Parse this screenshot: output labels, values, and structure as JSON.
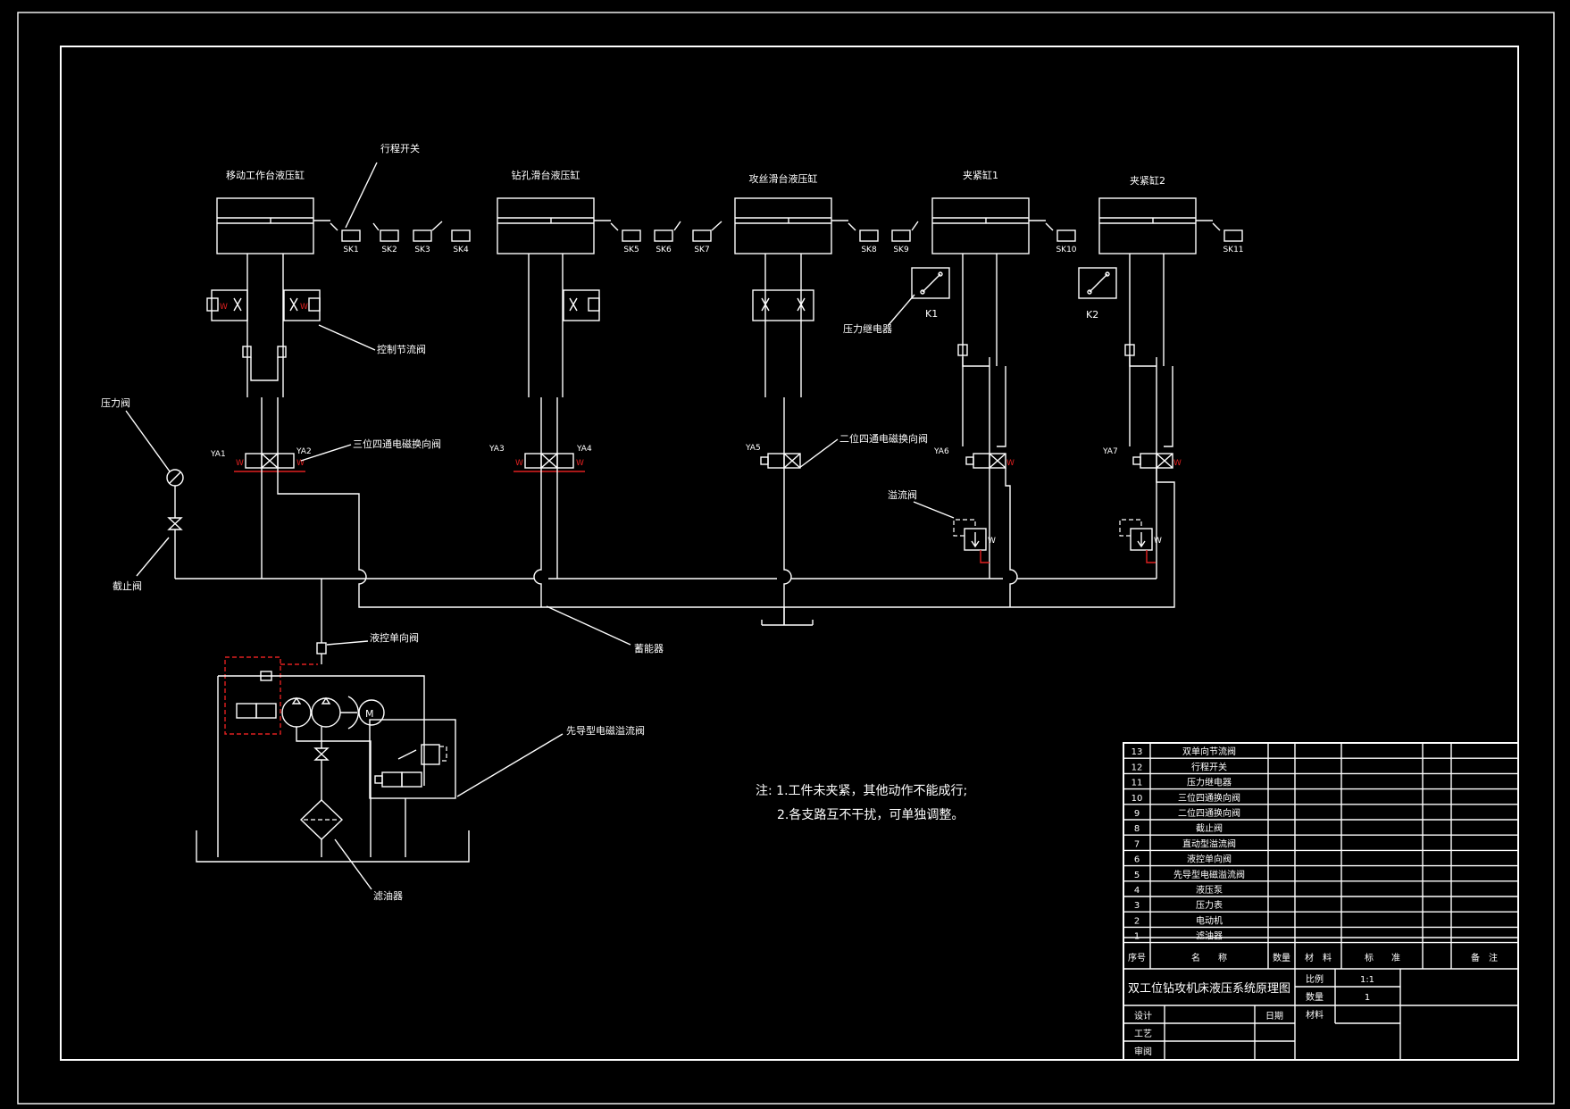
{
  "colors": {
    "background": "#000000",
    "line": "#ffffff",
    "accent": "#e02020"
  },
  "cylinders": [
    {
      "label": "移动工作台液压缸"
    },
    {
      "label": "钻孔滑台液压缸"
    },
    {
      "label": "攻丝滑台液压缸"
    },
    {
      "label": "夹紧缸1"
    },
    {
      "label": "夹紧缸2"
    }
  ],
  "switches": [
    "SK1",
    "SK2",
    "SK3",
    "SK4",
    "SK5",
    "SK6",
    "SK7",
    "SK8",
    "SK9",
    "SK10",
    "SK11"
  ],
  "relays": [
    "K1",
    "K2"
  ],
  "solenoids": [
    "YA1",
    "YA2",
    "YA3",
    "YA4",
    "YA5",
    "YA6",
    "YA7"
  ],
  "callouts": {
    "travel_switch": "行程开关",
    "control_throttle": "控制节流阀",
    "pressure_valve": "压力阀",
    "three_pos_valve": "三位四通电磁换向阀",
    "two_pos_valve": "二位四通电磁换向阀",
    "pressure_relay": "压力继电器",
    "overflow_valve": "溢流阀",
    "stop_valve": "截止阀",
    "check_valve": "液控单向阀",
    "accumulator": "蓄能器",
    "pilot_relief": "先导型电磁溢流阀",
    "filter": "滤油器",
    "motor": "M",
    "spring": "W"
  },
  "notes": {
    "line1": "注: 1.工件未夹紧，其他动作不能成行;",
    "line2": "2.各支路互不干扰，可单独调整。"
  },
  "parts_table": {
    "rows": [
      {
        "no": "13",
        "name": "双单向节流阀"
      },
      {
        "no": "12",
        "name": "行程开关"
      },
      {
        "no": "11",
        "name": "压力继电器"
      },
      {
        "no": "10",
        "name": "三位四通换向阀"
      },
      {
        "no": "9",
        "name": "二位四通换向阀"
      },
      {
        "no": "8",
        "name": "截止阀"
      },
      {
        "no": "7",
        "name": "直动型溢流阀"
      },
      {
        "no": "6",
        "name": "液控单向阀"
      },
      {
        "no": "5",
        "name": "先导型电磁溢流阀"
      },
      {
        "no": "4",
        "name": "液压泵"
      },
      {
        "no": "3",
        "name": "压力表"
      },
      {
        "no": "2",
        "name": "电动机"
      },
      {
        "no": "1",
        "name": "滤油器"
      }
    ],
    "headers": {
      "no": "序号",
      "name": "名　　称",
      "qty": "数量",
      "material": "材　料",
      "standard": "标　　准",
      "remark": "备　注"
    }
  },
  "title_block": {
    "title": "双工位钻攻机床液压系统原理图",
    "scale_label": "比例",
    "scale_value": "1:1",
    "qty_label": "数量",
    "qty_value": "1",
    "material_label": "材料",
    "design_label": "设计",
    "date_label": "日期",
    "process_label": "工艺",
    "review_label": "审阅"
  }
}
